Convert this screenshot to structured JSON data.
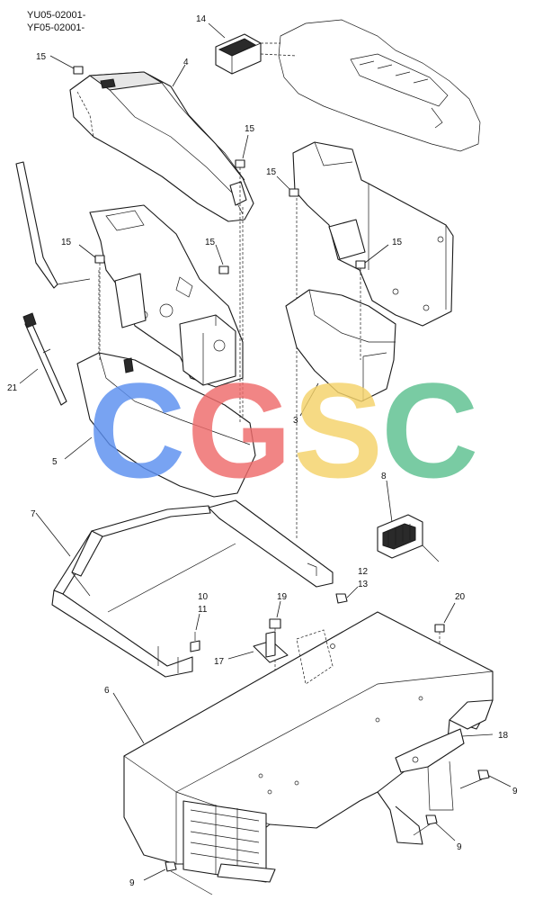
{
  "header": {
    "serial_line_1": "YU05-02001-",
    "serial_line_2": "YF05-02001-"
  },
  "watermark": {
    "letters": [
      {
        "char": "C",
        "color": "#5b8ff0"
      },
      {
        "char": "G",
        "color": "#ef6b6b"
      },
      {
        "char": "S",
        "color": "#f5d36a"
      },
      {
        "char": "C",
        "color": "#5cc08f"
      }
    ]
  },
  "callouts": {
    "c14": "14",
    "c4": "4",
    "c15a": "15",
    "c15b": "15",
    "c15c": "15",
    "c15d": "15",
    "c15e": "15",
    "c15f": "15",
    "c21": "21",
    "c5": "5",
    "c3": "3",
    "c8": "8",
    "c7": "7",
    "c12": "12",
    "c13": "13",
    "c10": "10",
    "c11": "11",
    "c19": "19",
    "c20": "20",
    "c17": "17",
    "c6": "6",
    "c18": "18",
    "c9a": "9",
    "c9b": "9",
    "c9c": "9"
  }
}
